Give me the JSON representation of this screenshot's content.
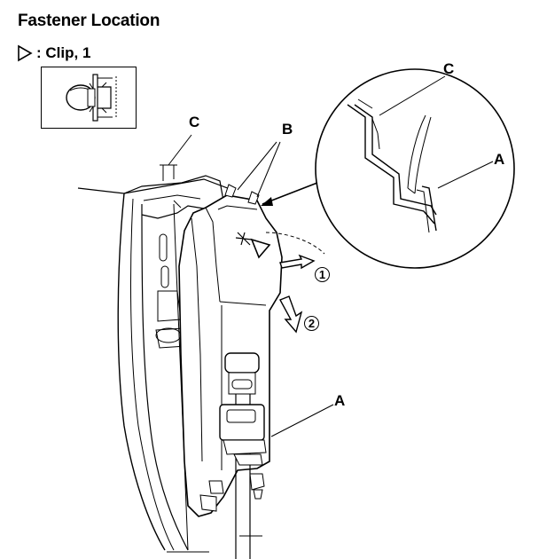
{
  "header": {
    "title": "Fastener Location"
  },
  "legend": {
    "icon": "triangle-outline-icon",
    "label": ": Clip, 1"
  },
  "callouts": {
    "a_top": "A",
    "a_bottom": "A",
    "b": "B",
    "c_top": "C",
    "c_detail": "C"
  },
  "steps": {
    "one": "1",
    "two": "2"
  }
}
